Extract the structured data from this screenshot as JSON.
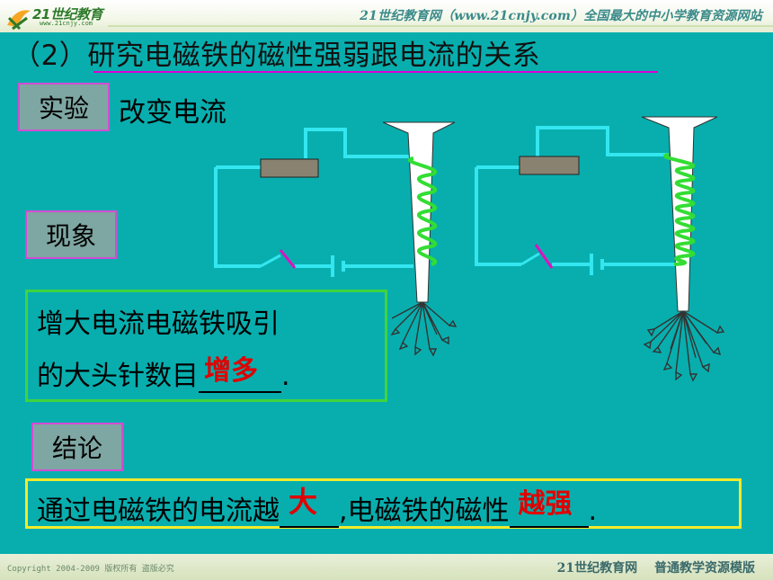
{
  "header": {
    "logo_text": "21世纪教育",
    "logo_sub": "www.21cnjy.com",
    "site_title": "21世纪教育网（www.21cnjy.com）全国最大的中小学教育资源网站"
  },
  "slide": {
    "subtitle": "（2）研究电磁铁的磁性强弱跟电流的关系",
    "experiment_label": "实验",
    "experiment_text": "改变电流",
    "phenomenon_label": "现象",
    "observation_line1": "增大电流电磁铁吸引",
    "observation_line2_prefix": "的大头针数目",
    "observation_answer": "增多",
    "observation_line2_suffix": ".",
    "conclusion_label": "结论",
    "conclusion_part1": "通过电磁铁的电流越",
    "conclusion_answer1": "大",
    "conclusion_part2": ",电磁铁的磁性",
    "conclusion_answer2": "越强",
    "conclusion_part3": "."
  },
  "colors": {
    "background": "#08AEAE",
    "wire": "#33e6f0",
    "coil": "#33dd33",
    "switch": "#e010c0",
    "answer": "#e00000",
    "label_box": "#7ea6a2",
    "label_border": "#d44cd4",
    "observation_border": "#3fd43f",
    "conclusion_border": "#f2ea2a"
  },
  "footer": {
    "copyright": "Copyright 2004-2009 版权所有 盗版必究",
    "right_text": "21世纪教育网 普通教学资源模版"
  }
}
